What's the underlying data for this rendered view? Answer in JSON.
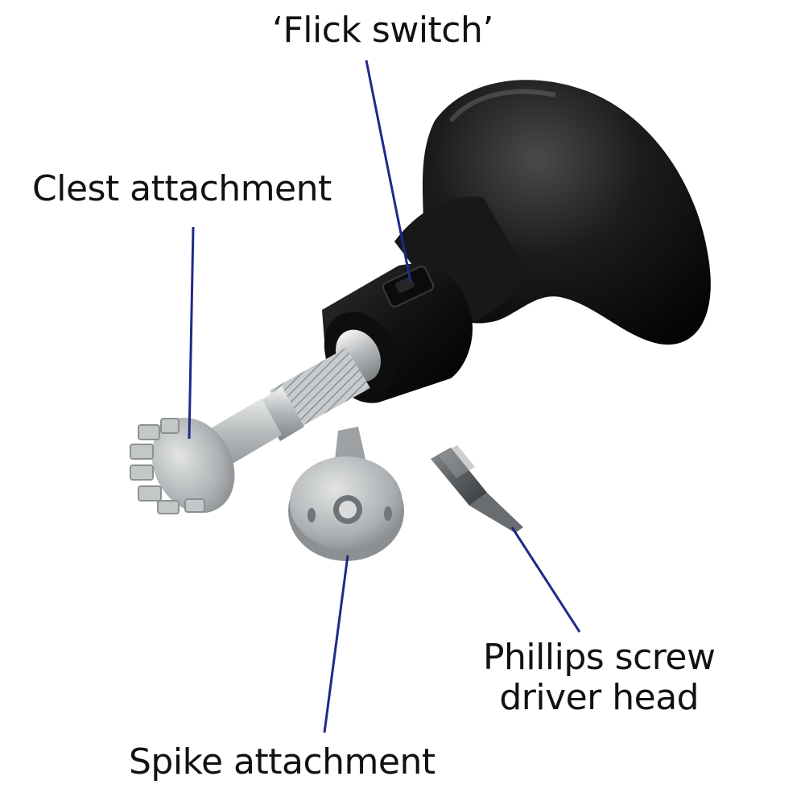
{
  "labels": {
    "flick_switch": "‘Flick switch’",
    "clest_attachment": "Clest attachment",
    "spike_attachment": "Spike attachment",
    "phillips_line1": "Phillips screw",
    "phillips_line2": "driver head"
  },
  "colors": {
    "leader_line": "#1f2a8a",
    "label_text": "#111111",
    "handle": "#1a1a1a",
    "metal": "#b9bcbd"
  },
  "icons": [
    "golf-spike-wrench-photo"
  ]
}
